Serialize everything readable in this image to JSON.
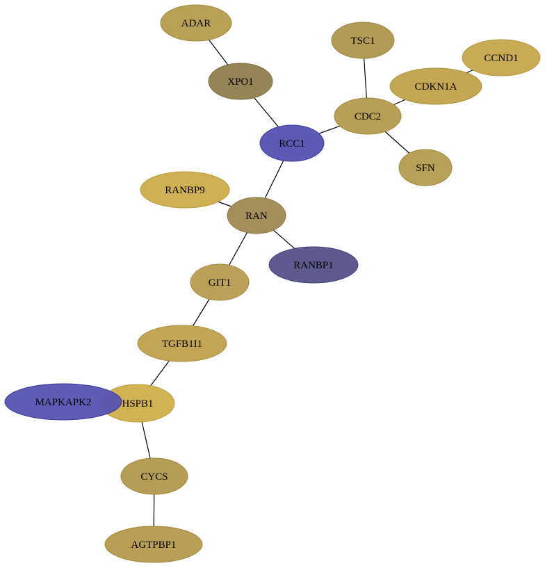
{
  "nodes": [
    {
      "id": "ADAR",
      "label": "ADAR",
      "fill": "#b8a055",
      "stroke": "#a08a3e"
    },
    {
      "id": "XPO1",
      "label": "XPO1",
      "fill": "#958556",
      "stroke": "#7d6e3f"
    },
    {
      "id": "TSC1",
      "label": "TSC1",
      "fill": "#b29b55",
      "stroke": "#9a843e"
    },
    {
      "id": "CCND1",
      "label": "CCND1",
      "fill": "#c9ab55",
      "stroke": "#b3953c"
    },
    {
      "id": "CDKN1A",
      "label": "CDKN1A",
      "fill": "#c4a752",
      "stroke": "#ad913b"
    },
    {
      "id": "CDC2",
      "label": "CDC2",
      "fill": "#b79f55",
      "stroke": "#a0893e"
    },
    {
      "id": "RCC1",
      "label": "RCC1",
      "fill": "#5c5ab4",
      "stroke": "#3f3da0"
    },
    {
      "id": "SFN",
      "label": "SFN",
      "fill": "#b7a057",
      "stroke": "#a08a40"
    },
    {
      "id": "RANBP9",
      "label": "RANBP9",
      "fill": "#cfb154",
      "stroke": "#b99b3c"
    },
    {
      "id": "RAN",
      "label": "RAN",
      "fill": "#a48f5b",
      "stroke": "#8c7843"
    },
    {
      "id": "RANBP1",
      "label": "RANBP1",
      "fill": "#5e5a8f",
      "stroke": "#43407a"
    },
    {
      "id": "GIT1",
      "label": "GIT1",
      "fill": "#bba157",
      "stroke": "#a48b40"
    },
    {
      "id": "TGFB1I1",
      "label": "TGFB1I1",
      "fill": "#c2a656",
      "stroke": "#ab903e"
    },
    {
      "id": "HSPB1",
      "label": "HSPB1",
      "fill": "#d2b353",
      "stroke": "#bc9d3b"
    },
    {
      "id": "MAPKAPK2",
      "label": "MAPKAPK2",
      "fill": "#5553b0",
      "stroke": "#3a389c"
    },
    {
      "id": "CYCS",
      "label": "CYCS",
      "fill": "#b59d55",
      "stroke": "#9e873e"
    },
    {
      "id": "AGTPBP1",
      "label": "AGTPBP1",
      "fill": "#b89f55",
      "stroke": "#a0893e"
    }
  ],
  "edges": [
    [
      "ADAR",
      "XPO1"
    ],
    [
      "XPO1",
      "RCC1"
    ],
    [
      "TSC1",
      "CDC2"
    ],
    [
      "CCND1",
      "CDKN1A"
    ],
    [
      "CDKN1A",
      "CDC2"
    ],
    [
      "CDC2",
      "RCC1"
    ],
    [
      "CDC2",
      "SFN"
    ],
    [
      "RCC1",
      "RAN"
    ],
    [
      "RANBP9",
      "RAN"
    ],
    [
      "RAN",
      "RANBP1"
    ],
    [
      "RAN",
      "GIT1"
    ],
    [
      "GIT1",
      "TGFB1I1"
    ],
    [
      "TGFB1I1",
      "HSPB1"
    ],
    [
      "HSPB1",
      "CYCS"
    ],
    [
      "CYCS",
      "AGTPBP1"
    ]
  ]
}
